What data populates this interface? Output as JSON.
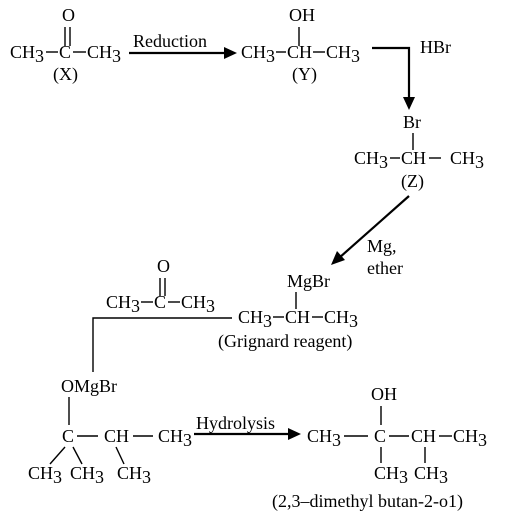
{
  "reaction_scheme": {
    "step1": {
      "reagent": "Reduction",
      "acetone_X": {
        "oxygen": "O",
        "left_methyl": "CH",
        "left_methyl_sub": "3",
        "carbonyl_carbon": "C",
        "right_methyl": "CH",
        "right_methyl_sub": "3",
        "label": "(X)"
      },
      "alcohol_Y": {
        "hydroxyl": "OH",
        "left_methyl": "CH",
        "left_methyl_sub": "3",
        "center": "CH",
        "right_methyl": "CH",
        "right_methyl_sub": "3",
        "label": "(Y)"
      }
    },
    "step2": {
      "reagent": "HBr",
      "bromide_Z": {
        "bromine": "Br",
        "left_methyl": "CH",
        "left_methyl_sub": "3",
        "center": "CH",
        "right_methyl": "CH",
        "right_methyl_sub": "3",
        "label": "(Z)"
      }
    },
    "step3": {
      "reagent_line1": "Mg,",
      "reagent_line2": "ether",
      "grignard": {
        "group": "MgBr",
        "left_methyl": "CH",
        "left_methyl_sub": "3",
        "center": "CH",
        "right_methyl": "CH",
        "right_methyl_sub": "3",
        "label": "(Grignard reagent)"
      },
      "acetone": {
        "oxygen": "O",
        "left_methyl": "CH",
        "left_methyl_sub": "3",
        "carbonyl_carbon": "C",
        "right_methyl": "CH",
        "right_methyl_sub": "3"
      }
    },
    "step4": {
      "reagent": "Hydrolysis",
      "adduct": {
        "group": "OMgBr",
        "quaternary_carbon": "C",
        "center": "CH",
        "right_methyl": "CH",
        "right_methyl_sub": "3",
        "methyl_a": "CH",
        "methyl_a_sub": "3",
        "methyl_b": "CH",
        "methyl_b_sub": "3",
        "methyl_c": "CH",
        "methyl_c_sub": "3"
      },
      "product": {
        "hydroxyl": "OH",
        "left_methyl": "CH",
        "left_methyl_sub": "3",
        "quaternary_carbon": "C",
        "center": "CH",
        "right_methyl": "CH",
        "right_methyl_sub": "3",
        "lower_methyl": "CH",
        "lower_methyl_sub": "3",
        "name": "(2,3–dimethyl butan-2-o1)"
      }
    }
  }
}
